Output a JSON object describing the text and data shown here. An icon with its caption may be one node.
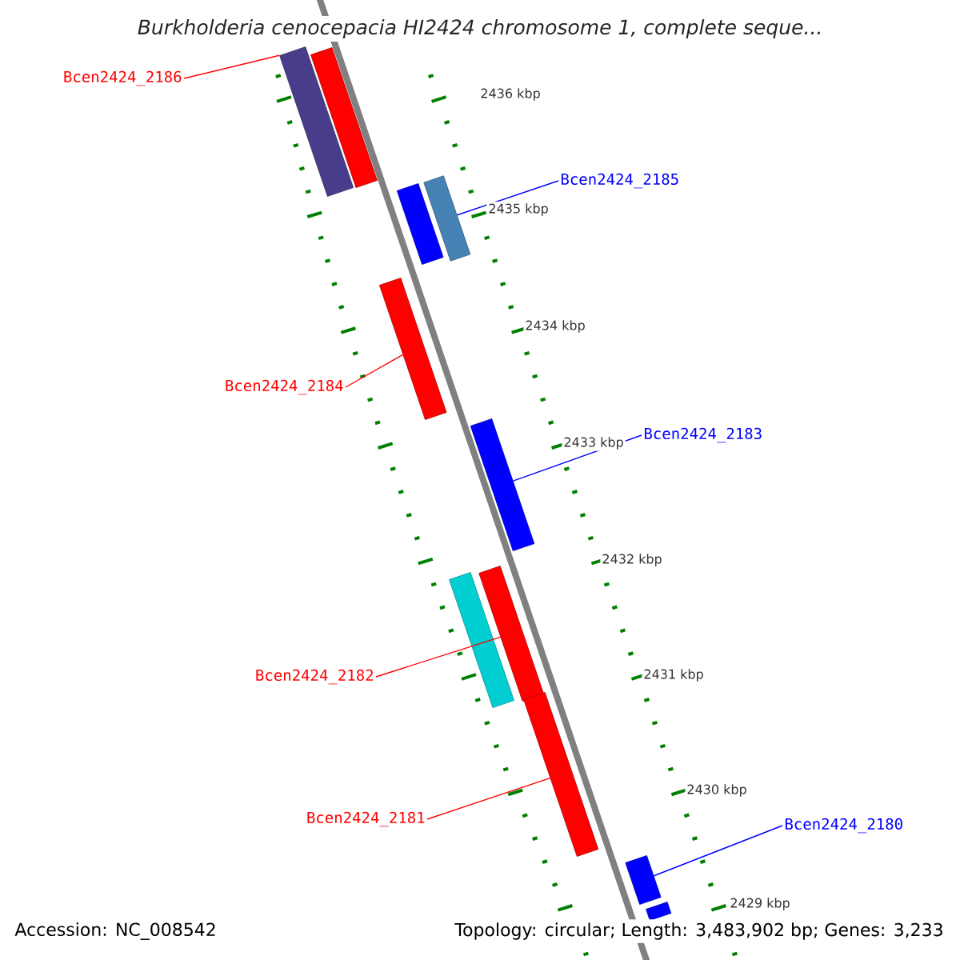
{
  "diagram": {
    "title": "Burkholderia cenocepacia HI2424 chromosome 1, complete seque...",
    "nodes": [
      {
        "text": [
          "Bcen2424_2186"
        ]
      },
      {
        "text": [
          "Bcen2424_2185"
        ]
      },
      {
        "text": [
          "Bcen2424_2184"
        ]
      },
      {
        "text": [
          "Bcen2424_2183"
        ]
      },
      {
        "text": [
          "Bcen2424_2182"
        ]
      },
      {
        "text": [
          "Bcen2424_2181"
        ]
      },
      {
        "text": [
          "Bcen2424_2180"
        ]
      },
      {
        "text": [],
        "shape": "bar"
      },
      {
        "text": [],
        "shape": "bar"
      },
      {
        "text": [],
        "shape": "bar"
      },
      {
        "text": [],
        "shape": "bar"
      },
      {
        "text": [],
        "shape": "bar"
      },
      {
        "text": [],
        "shape": "bar"
      },
      {
        "text": [],
        "shape": "bar"
      },
      {
        "text": [],
        "shape": "bar"
      },
      {
        "text": [],
        "shape": "bar"
      },
      {
        "text": [],
        "shape": "bar"
      },
      {
        "text": [],
        "shape": "bar"
      }
    ],
    "edges": [
      {
        "from": 0,
        "to": 7,
        "arrow": "none",
        "color": "#ff0000"
      },
      {
        "from": 1,
        "to": 10,
        "arrow": "none",
        "color": "#0000ff"
      },
      {
        "from": 2,
        "to": 11,
        "arrow": "none",
        "color": "#ff0000"
      },
      {
        "from": 3,
        "to": 12,
        "arrow": "none",
        "color": "#0000ff"
      },
      {
        "from": 4,
        "to": 13,
        "arrow": "none",
        "color": "#ff0000"
      },
      {
        "from": 5,
        "to": 15,
        "arrow": "none",
        "color": "#ff0000"
      },
      {
        "from": 6,
        "to": 16,
        "arrow": "none",
        "color": "#0000ff"
      }
    ],
    "labels": [
      "2436 kbp",
      "2435 kbp",
      "2434 kbp",
      "2433 kbp",
      "2432 kbp",
      "2431 kbp",
      "2430 kbp",
      "2429 kbp",
      "Accession: NC_008542",
      "Topology: circular; Length: 3,483,902 bp; Genes: 3,233"
    ]
  }
}
